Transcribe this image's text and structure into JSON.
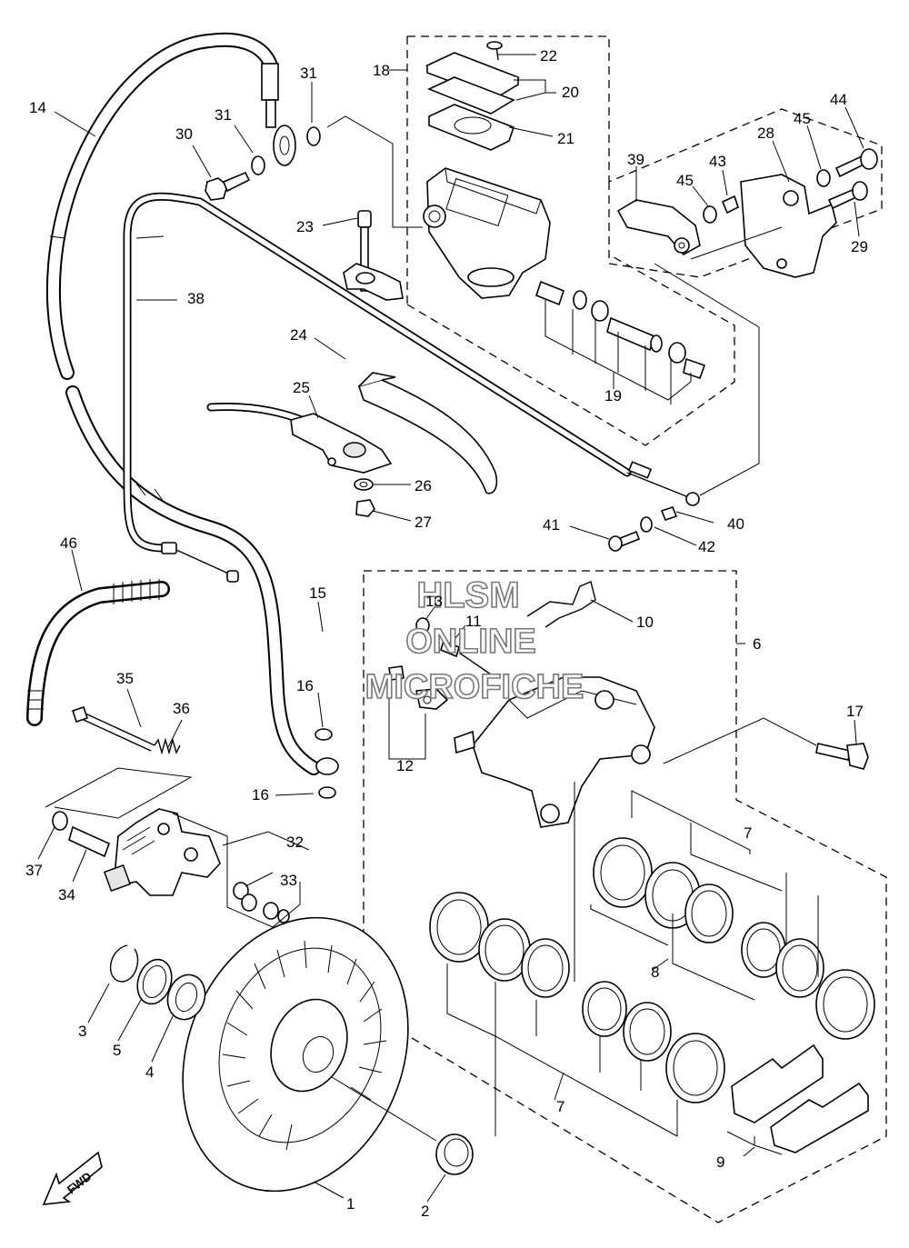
{
  "diagram": {
    "watermark": [
      "HLSM",
      "ONLINE",
      "MICROFICHE"
    ],
    "direction_label": "FWD",
    "callouts": [
      {
        "id": "1",
        "text": "1"
      },
      {
        "id": "2",
        "text": "2"
      },
      {
        "id": "3",
        "text": "3"
      },
      {
        "id": "4",
        "text": "4"
      },
      {
        "id": "5",
        "text": "5"
      },
      {
        "id": "6",
        "text": "6"
      },
      {
        "id": "7a",
        "text": "7"
      },
      {
        "id": "7b",
        "text": "7"
      },
      {
        "id": "8",
        "text": "8"
      },
      {
        "id": "9",
        "text": "9"
      },
      {
        "id": "10",
        "text": "10"
      },
      {
        "id": "11",
        "text": "11"
      },
      {
        "id": "12",
        "text": "12"
      },
      {
        "id": "13",
        "text": "13"
      },
      {
        "id": "14",
        "text": "14"
      },
      {
        "id": "15",
        "text": "15"
      },
      {
        "id": "16a",
        "text": "16"
      },
      {
        "id": "16b",
        "text": "16"
      },
      {
        "id": "17",
        "text": "17"
      },
      {
        "id": "18",
        "text": "18"
      },
      {
        "id": "19",
        "text": "19"
      },
      {
        "id": "20",
        "text": "20"
      },
      {
        "id": "21",
        "text": "21"
      },
      {
        "id": "22",
        "text": "22"
      },
      {
        "id": "23",
        "text": "23"
      },
      {
        "id": "24",
        "text": "24"
      },
      {
        "id": "25",
        "text": "25"
      },
      {
        "id": "26",
        "text": "26"
      },
      {
        "id": "27",
        "text": "27"
      },
      {
        "id": "28",
        "text": "28"
      },
      {
        "id": "29",
        "text": "29"
      },
      {
        "id": "30",
        "text": "30"
      },
      {
        "id": "31a",
        "text": "31"
      },
      {
        "id": "31b",
        "text": "31"
      },
      {
        "id": "32",
        "text": "32"
      },
      {
        "id": "33",
        "text": "33"
      },
      {
        "id": "34",
        "text": "34"
      },
      {
        "id": "35",
        "text": "35"
      },
      {
        "id": "36",
        "text": "36"
      },
      {
        "id": "37",
        "text": "37"
      },
      {
        "id": "38",
        "text": "38"
      },
      {
        "id": "39",
        "text": "39"
      },
      {
        "id": "40",
        "text": "40"
      },
      {
        "id": "41",
        "text": "41"
      },
      {
        "id": "42",
        "text": "42"
      },
      {
        "id": "43",
        "text": "43"
      },
      {
        "id": "44",
        "text": "44"
      },
      {
        "id": "45a",
        "text": "45"
      },
      {
        "id": "45b",
        "text": "45"
      },
      {
        "id": "46",
        "text": "46"
      }
    ]
  }
}
